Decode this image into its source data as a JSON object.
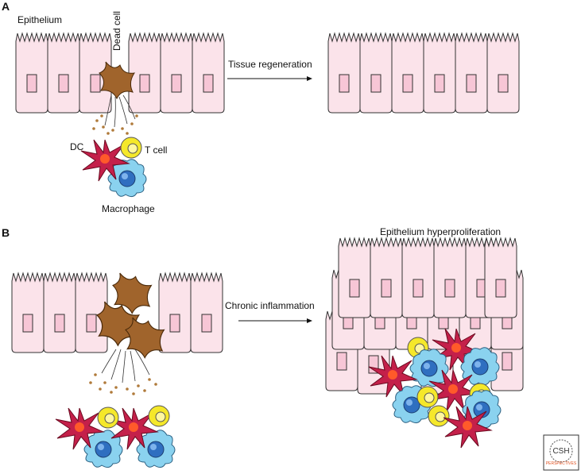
{
  "panels": {
    "a": {
      "letter": "A",
      "epithelium_label": "Epithelium",
      "dead_cell_label": "Dead cell",
      "arrow_label": "Tissue regeneration",
      "dc_label": "DC",
      "tcell_label": "T cell",
      "macrophage_label": "Macrophage"
    },
    "b": {
      "letter": "B",
      "arrow_label": "Chronic inflammation",
      "result_label": "Epithelium hyperproliferation"
    }
  },
  "logo": {
    "line1": "CSH",
    "line2": "PERSPECTIVES"
  },
  "colors": {
    "epithelial_cell": "#fbe3ea",
    "dead_cell": "#a0642c",
    "t_cell": "#f5e82a",
    "macrophage": "#8ad2ef",
    "dendritic_cell": "#c4204a"
  }
}
